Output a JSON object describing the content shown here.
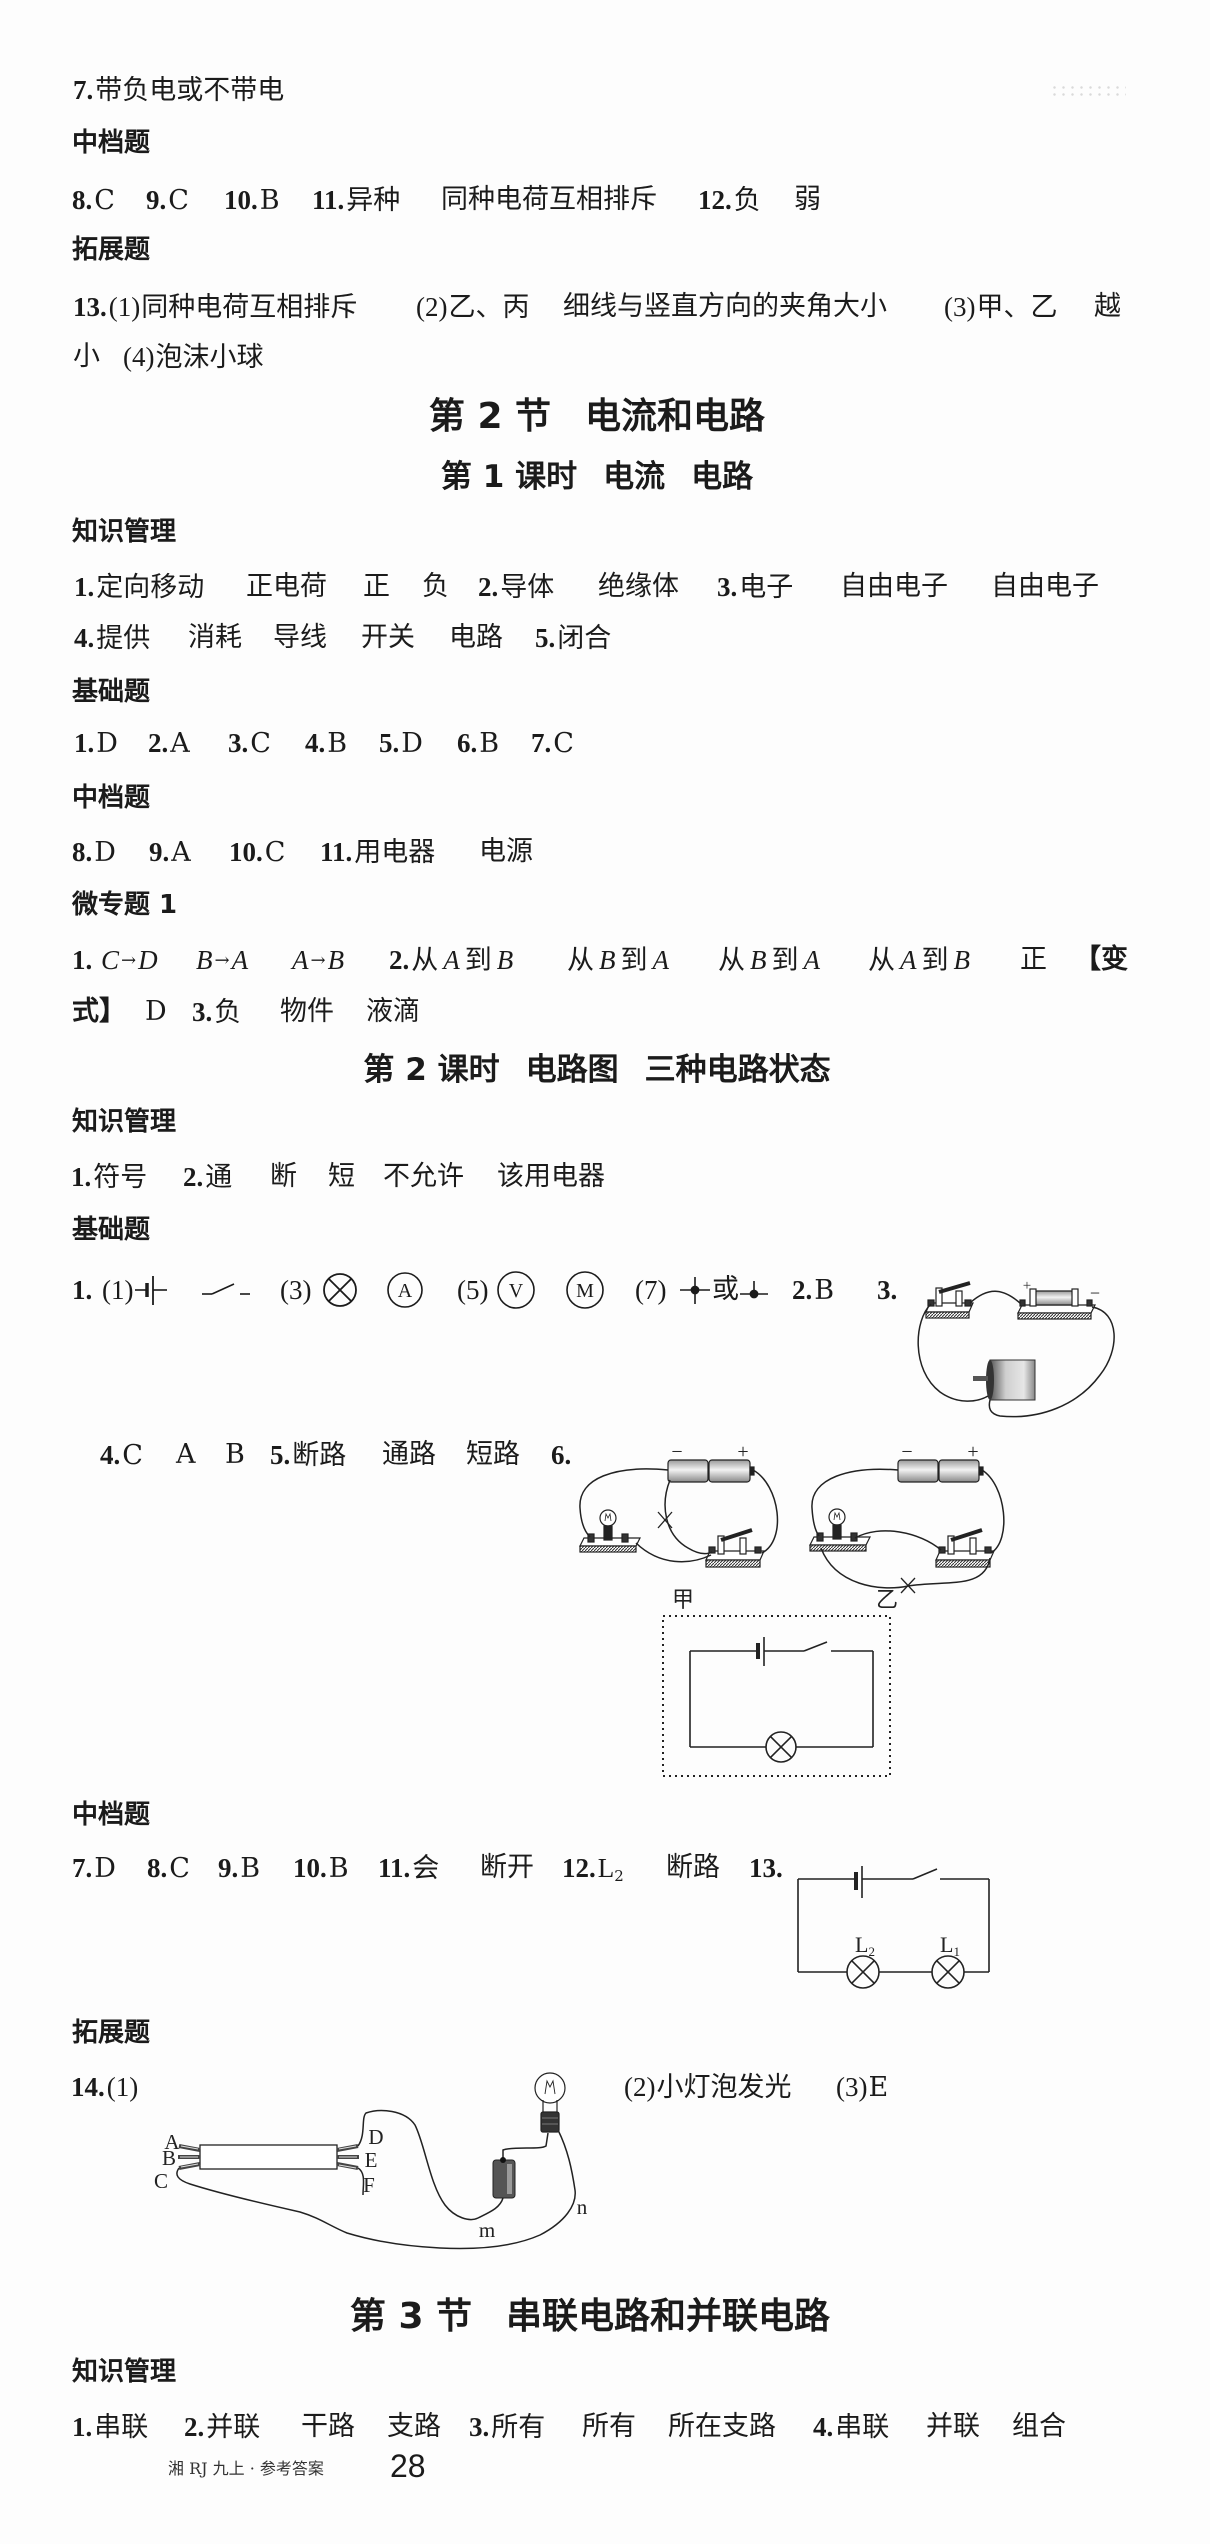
{
  "continued": {
    "q7": {
      "num": "7.",
      "ans": "带负电或不带电"
    },
    "medium": {
      "label": "中档题",
      "items": [
        {
          "num": "8.",
          "ans": [
            "C"
          ]
        },
        {
          "num": "9.",
          "ans": [
            "C"
          ]
        },
        {
          "num": "10.",
          "ans": [
            "B"
          ]
        },
        {
          "num": "11.",
          "ans": [
            "异种",
            "同种电荷互相排斥"
          ]
        },
        {
          "num": "12.",
          "ans": [
            "负",
            "弱"
          ]
        }
      ]
    },
    "extend": {
      "label": "拓展题",
      "q13": {
        "num": "13.",
        "parts": [
          {
            "idx": "(1)",
            "ans": [
              "同种电荷互相排斥"
            ]
          },
          {
            "idx": "(2)",
            "ans": [
              "乙、丙",
              "细线与竖直方向的夹角大小"
            ]
          },
          {
            "idx": "(3)",
            "ans": [
              "甲、乙",
              {
                "text": "越小",
                "line_breaks": [
                  "越",
                  "小"
                ]
              }
            ]
          },
          {
            "idx": "(4)",
            "ans": [
              "泡沫小球"
            ]
          }
        ]
      }
    }
  },
  "section2": {
    "heading": {
      "num": "第 2 节",
      "name": "电流和电路"
    },
    "lesson1": {
      "heading": {
        "num": "第 1 课时",
        "name": [
          "电流",
          "电路"
        ]
      },
      "knowledge": {
        "label": "知识管理",
        "items": [
          {
            "num": "1.",
            "ans": [
              "定向移动",
              "正电荷",
              "正",
              "负"
            ]
          },
          {
            "num": "2.",
            "ans": [
              "导体",
              "绝缘体"
            ]
          },
          {
            "num": "3.",
            "ans": [
              "电子",
              "自由电子",
              "自由电子"
            ]
          },
          {
            "num": "4.",
            "ans": [
              "提供",
              "消耗",
              "导线",
              "开关",
              "电路"
            ]
          },
          {
            "num": "5.",
            "ans": [
              "闭合"
            ]
          }
        ]
      },
      "basic": {
        "label": "基础题",
        "items": [
          {
            "num": "1.",
            "ans": [
              "D"
            ]
          },
          {
            "num": "2.",
            "ans": [
              "A"
            ]
          },
          {
            "num": "3.",
            "ans": [
              "C"
            ]
          },
          {
            "num": "4.",
            "ans": [
              "B"
            ]
          },
          {
            "num": "5.",
            "ans": [
              "D"
            ]
          },
          {
            "num": "6.",
            "ans": [
              "B"
            ]
          },
          {
            "num": "7.",
            "ans": [
              "C"
            ]
          }
        ]
      },
      "medium": {
        "label": "中档题",
        "items": [
          {
            "num": "8.",
            "ans": [
              "D"
            ]
          },
          {
            "num": "9.",
            "ans": [
              "A"
            ]
          },
          {
            "num": "10.",
            "ans": [
              "C"
            ]
          },
          {
            "num": "11.",
            "ans": [
              "用电器",
              "电源"
            ]
          }
        ]
      },
      "topic": {
        "label": "微专题 1",
        "items": [
          {
            "num": "1.",
            "ans": [
              [
                "C",
                "→",
                "D"
              ],
              [
                "B",
                "→",
                "A"
              ],
              [
                "A",
                "→",
                "B"
              ]
            ]
          },
          {
            "num": "2.",
            "ans": [
              [
                "从",
                "A",
                "到",
                "B"
              ],
              [
                "从",
                "B",
                "到",
                "A"
              ],
              [
                "从",
                "B",
                "到",
                "A"
              ],
              [
                "从",
                "A",
                "到",
                "B"
              ],
              [
                "正"
              ]
            ],
            "variant": {
              "label": {
                "text": "【变式】",
                "line_breaks": [
                  "【变",
                  "式】"
                ]
              },
              "ans": "D"
            }
          },
          {
            "num": "3.",
            "ans": [
              "负",
              "物件",
              "液滴"
            ]
          }
        ]
      }
    },
    "lesson2": {
      "heading": {
        "num": "第 2 课时",
        "name": [
          "电路图",
          "三种电路状态"
        ]
      },
      "knowledge": {
        "label": "知识管理",
        "items": [
          {
            "num": "1.",
            "ans": [
              "符号"
            ]
          },
          {
            "num": "2.",
            "ans": [
              "通",
              "断",
              "短",
              "不允许",
              "该用电器"
            ]
          }
        ]
      },
      "basic": {
        "label": "基础题",
        "q1": {
          "num": "1.",
          "parts": [
            {
              "idx": "(1)",
              "symbols": [
                "battery-symbol",
                "switch-symbol"
              ]
            },
            {
              "idx": "(3)",
              "symbols": [
                "lamp-symbol",
                "ammeter-symbol"
              ],
              "meter_letter": "A"
            },
            {
              "idx": "(5)",
              "symbols": [
                "voltmeter-symbol",
                "motor-symbol"
              ],
              "meter_letter": "V",
              "motor_letter": "M"
            },
            {
              "idx": "(7)",
              "symbols": [
                "junction-cross-symbol",
                "junction-tee-symbol"
              ],
              "or": "或"
            }
          ]
        },
        "q2": {
          "num": "2.",
          "ans": "B"
        },
        "q3": {
          "num": "3.",
          "figure": {
            "pos": "+",
            "neg": "−"
          }
        },
        "q4": {
          "num": "4.",
          "ans": [
            "C",
            "A",
            "B"
          ]
        },
        "q5": {
          "num": "5.",
          "ans": [
            "断路",
            "通路",
            "短路"
          ]
        },
        "q6": {
          "num": "6.",
          "figures": [
            {
              "caption": "甲",
              "neg": "−",
              "pos": "+"
            },
            {
              "caption": "乙",
              "neg": "−",
              "pos": "+"
            }
          ]
        }
      },
      "medium": {
        "label": "中档题",
        "items": [
          {
            "num": "7.",
            "ans": [
              "D"
            ]
          },
          {
            "num": "8.",
            "ans": [
              "C"
            ]
          },
          {
            "num": "9.",
            "ans": [
              "B"
            ]
          },
          {
            "num": "10.",
            "ans": [
              "B"
            ]
          },
          {
            "num": "11.",
            "ans": [
              "会",
              "断开"
            ]
          },
          {
            "num": "12.",
            "ans": [
              {
                "base": "L",
                "sub": "2"
              },
              "断路"
            ]
          },
          {
            "num": "13.",
            "lamps": [
              {
                "base": "L",
                "sub": "2"
              },
              {
                "base": "L",
                "sub": "1"
              }
            ]
          }
        ]
      },
      "extend": {
        "label": "拓展题",
        "q14": {
          "num": "14.",
          "parts": [
            {
              "idx": "(1)",
              "figure_labels": [
                "A",
                "B",
                "C",
                "D",
                "E",
                "F",
                "m",
                "n"
              ]
            },
            {
              "idx": "(2)",
              "ans": "小灯泡发光"
            },
            {
              "idx": "(3)",
              "ans": "E"
            }
          ]
        }
      }
    }
  },
  "section3": {
    "heading": {
      "num": "第 3 节",
      "name": "串联电路和并联电路"
    },
    "knowledge": {
      "label": "知识管理",
      "items": [
        {
          "num": "1.",
          "ans": [
            "串联"
          ]
        },
        {
          "num": "2.",
          "ans": [
            "并联",
            "干路",
            "支路"
          ]
        },
        {
          "num": "3.",
          "ans": [
            "所有",
            "所有",
            "所在支路"
          ]
        },
        {
          "num": "4.",
          "ans": [
            "串联",
            "并联",
            "组合"
          ]
        }
      ]
    }
  },
  "footer": {
    "book": "湘 RJ 九上 · 参考答案",
    "page": "28"
  }
}
